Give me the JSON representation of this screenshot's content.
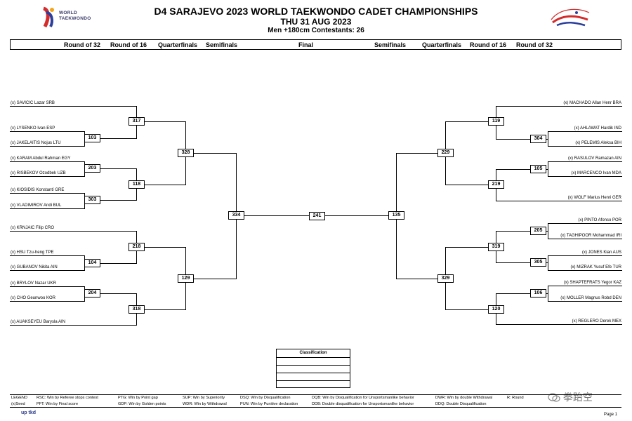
{
  "header": {
    "title": "D4 SARAJEVO 2023 WORLD TAEKWONDO CADET CHAMPIONSHIPS",
    "date": "THU 31 AUG 2023",
    "category": "Men +180cm  Contestants: 26",
    "logo_text_line1": "WORLD",
    "logo_text_line2": "TAEKWONDO"
  },
  "rounds": {
    "left": [
      "Round of 32",
      "Round of 16",
      "Quarterfinals",
      "Semifinals"
    ],
    "final": "Final",
    "right": [
      "Semifinals",
      "Quarterfinals",
      "Round of 16",
      "Round of 32"
    ]
  },
  "athletes_left": [
    "(x) SAVICIC Lazar SRB",
    "(x) LYSENKO Ivan ESP",
    "(x) JAKELAITIS Nojus LTU",
    "(x) KARAM Abdul Rahman EGY",
    "(x) RISBEKOV Ozodbek UZB",
    "(x) KIOSIDIS Konstantí GRE",
    "(x) VLADIMIROV Andi BUL",
    "(x) KRNJAIC Filip CRO",
    "(x) HSU Tzu-heng TPE",
    "(x) GUBANOV Nikita AIN",
    "(x) BRYLOV Nazar UKR",
    "(x) CHO Geunwoo KOR",
    "(x) AUAKSEYEU Barysla AIN"
  ],
  "athletes_right": [
    "(x) MACHADO Allan Henr BRA",
    "(x) AHLAWAT Hardik IND",
    "(x) PELEMIS Aleksa BIH",
    "(x) RASULOV Ramazan AIN",
    "(x) MARCENCO Ivan MDA",
    "(x) WOLF Marius Henri GER",
    "(x) PINTO Afonso POR",
    "(x) TAGHIPOOR Mohammad IRI",
    "(x) JONES Kian AUS",
    "(x) MIZRAK Yusuf Efe TUR",
    "(x) SHAPTEFRATS Yegor KAZ",
    "(x) MOLLER Magnus Robd DEN",
    "(x) REGLERO Derek MEX"
  ],
  "matches": {
    "l_r32_a": "103",
    "l_r32_b": "203",
    "l_r32_c": "303",
    "l_r32_d": "104",
    "l_r32_e": "204",
    "l_r16_a": "317",
    "l_r16_b": "118",
    "l_r16_c": "218",
    "l_r16_d": "318",
    "l_qf_a": "328",
    "l_qf_b": "129",
    "l_sf": "334",
    "final": "241",
    "r_sf": "135",
    "r_qf_a": "229",
    "r_qf_b": "329",
    "r_r16_a": "119",
    "r_r16_b": "219",
    "r_r16_c": "319",
    "r_r16_d": "120",
    "r_r32_a": "304",
    "r_r32_b": "105",
    "r_r32_c": "205",
    "r_r32_d": "305",
    "r_r32_e": "106"
  },
  "classification": {
    "title": "Classification"
  },
  "legend": [
    "LEGEND",
    "(x)Seed",
    "RSC: Win by Referee stops contest",
    "PFT: Win by Final score",
    "PTG: Win by Point gap",
    "GDP: Win by Golden points",
    "SUP: Win by Superiority",
    "WDR: Win by Withdrawal",
    "DSQ: Win by Disqualification",
    "PUN: Win by Punitive declaration",
    "DQB: Win by Disqualification for Unsportsmanlike behavior",
    "DDB: Double disqualification for Unsportsmanlike behavior",
    "DWR: Win by double Withdrawal",
    "DDQ: Double Disqualification",
    "R: Round"
  ],
  "footer": {
    "brand": "up tkd",
    "page": "Page 1",
    "watermark": "拳跆空"
  }
}
